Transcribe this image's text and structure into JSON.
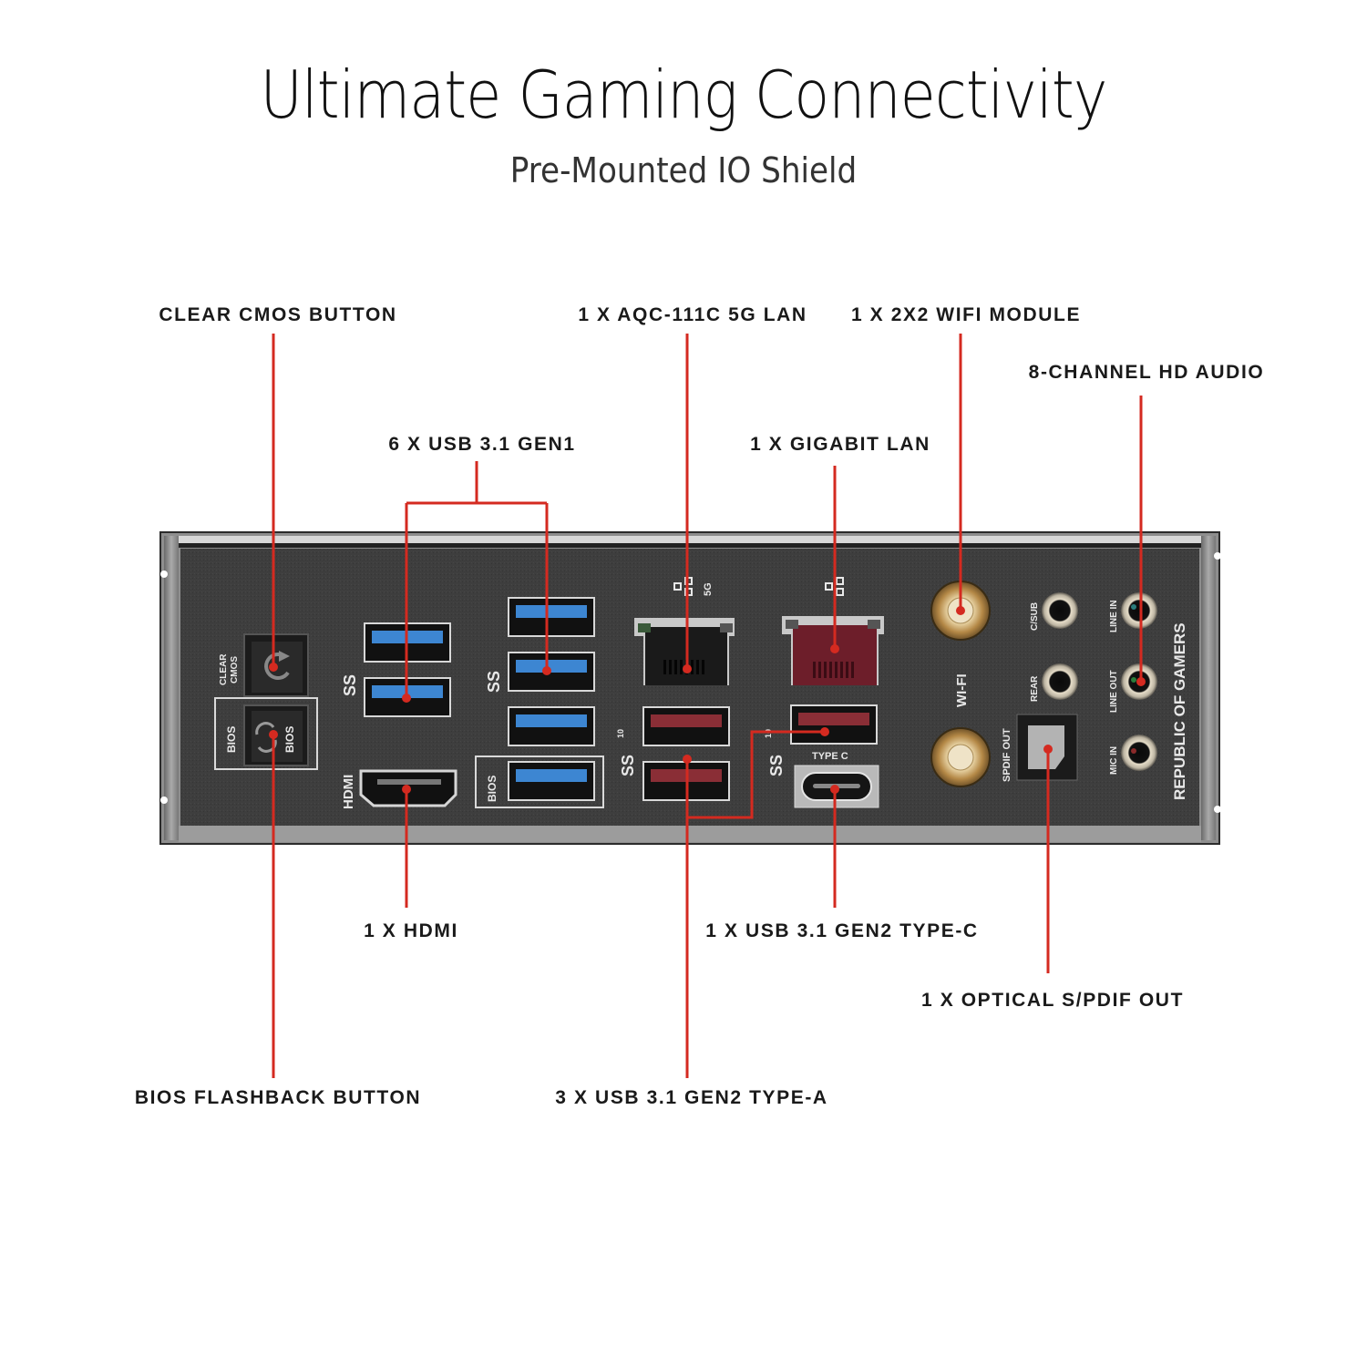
{
  "header": {
    "title": "Ultimate Gaming Connectivity",
    "subtitle": "Pre-Mounted IO Shield"
  },
  "callouts": [
    {
      "id": "clear-cmos",
      "label": "CLEAR CMOS BUTTON"
    },
    {
      "id": "lan-5g",
      "label": "1 X AQC-111C 5G LAN"
    },
    {
      "id": "wifi",
      "label": "1 X 2X2 WIFI MODULE"
    },
    {
      "id": "audio",
      "label": "8-CHANNEL HD AUDIO"
    },
    {
      "id": "usb-gen1",
      "label": "6 X USB 3.1 GEN1"
    },
    {
      "id": "gigabit-lan",
      "label": "1 X GIGABIT LAN"
    },
    {
      "id": "hdmi",
      "label": "1 X HDMI"
    },
    {
      "id": "usb-typec",
      "label": "1 X USB 3.1 GEN2 TYPE-C"
    },
    {
      "id": "spdif",
      "label": "1 X OPTICAL S/PDIF OUT"
    },
    {
      "id": "bios-flashback",
      "label": "BIOS FLASHBACK BUTTON"
    },
    {
      "id": "usb-gen2-a",
      "label": "3 X USB 3.1 GEN2 TYPE-A"
    }
  ],
  "panel": {
    "clear_cmos_text_1": "CLEAR",
    "clear_cmos_text_2": "CMOS",
    "bios_text": "BIOS",
    "bios_button_text": "BIOS",
    "hdmi_text": "HDMI",
    "usb_bios_text": "BIOS",
    "ss_logo": "SS",
    "ss10_superscript": "10",
    "lan_5g_text": "5G",
    "type_c_text": "TYPE C",
    "wifi_text": "WI-FI",
    "spdif_text": "SPDIF OUT",
    "audio_jacks": [
      "C/SUB",
      "REAR",
      "LINE IN",
      "LINE OUT",
      "MIC IN"
    ],
    "brand_text": "REPUBLIC OF GAMERS"
  },
  "colors": {
    "callout_line": "#d42a20",
    "panel_bg": "#3d3d3d",
    "usb_gen1": "#3d86d2",
    "usb_gen2": "#8a2e36",
    "antenna_gold": "#c9a15d"
  }
}
